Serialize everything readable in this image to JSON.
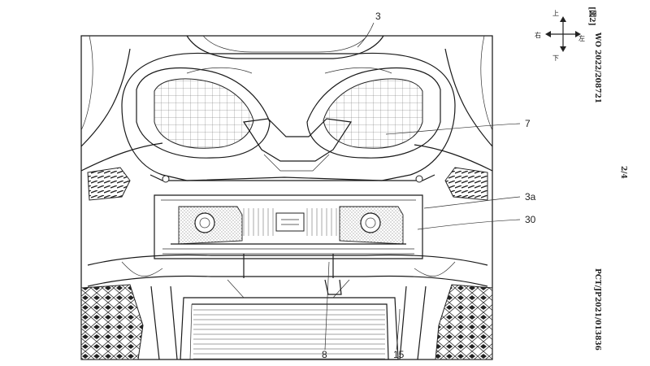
{
  "patent": {
    "figure_label": "[図2]",
    "pub_number": "WO 2022/208721",
    "app_number": "PCT/JP2021/013836",
    "page": "2/4"
  },
  "directions": {
    "up": "上",
    "down": "下",
    "left": "右",
    "right": "左"
  },
  "callouts": [
    {
      "id": "3",
      "label": "3"
    },
    {
      "id": "7",
      "label": "7"
    },
    {
      "id": "3a",
      "label": "3a"
    },
    {
      "id": "30",
      "label": "30"
    },
    {
      "id": "8",
      "label": "8"
    },
    {
      "id": "15",
      "label": "15"
    }
  ]
}
